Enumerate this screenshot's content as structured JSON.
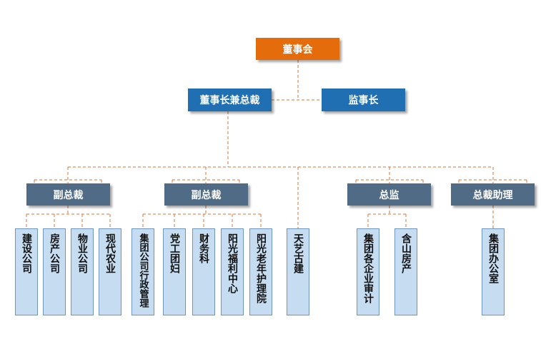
{
  "board": "董事会",
  "chairman_ceo": "董事长兼总裁",
  "supervisor": "监事长",
  "vp1": "副总裁",
  "vp2": "副总裁",
  "chief_inspector": "总监",
  "ceo_assistant": "总裁助理",
  "vp1_units": [
    "建设公司",
    "房产公司",
    "物业公司",
    "现代农业"
  ],
  "vp2_units": [
    "集团公司行政管理",
    "党工团妇",
    "财务科",
    "阳光福利中心",
    "阳光老年护理院"
  ],
  "direct_unit": "天艺古建",
  "inspector_units": [
    "集团各企业审计",
    "含山房产"
  ],
  "assistant_units": [
    "集团办公室"
  ],
  "colors": {
    "board": "#e46c0a",
    "executive": "#1f6fb2",
    "vice": "#4f6b86",
    "leaf": "#c6dcf0",
    "connector": "#d4763b"
  }
}
